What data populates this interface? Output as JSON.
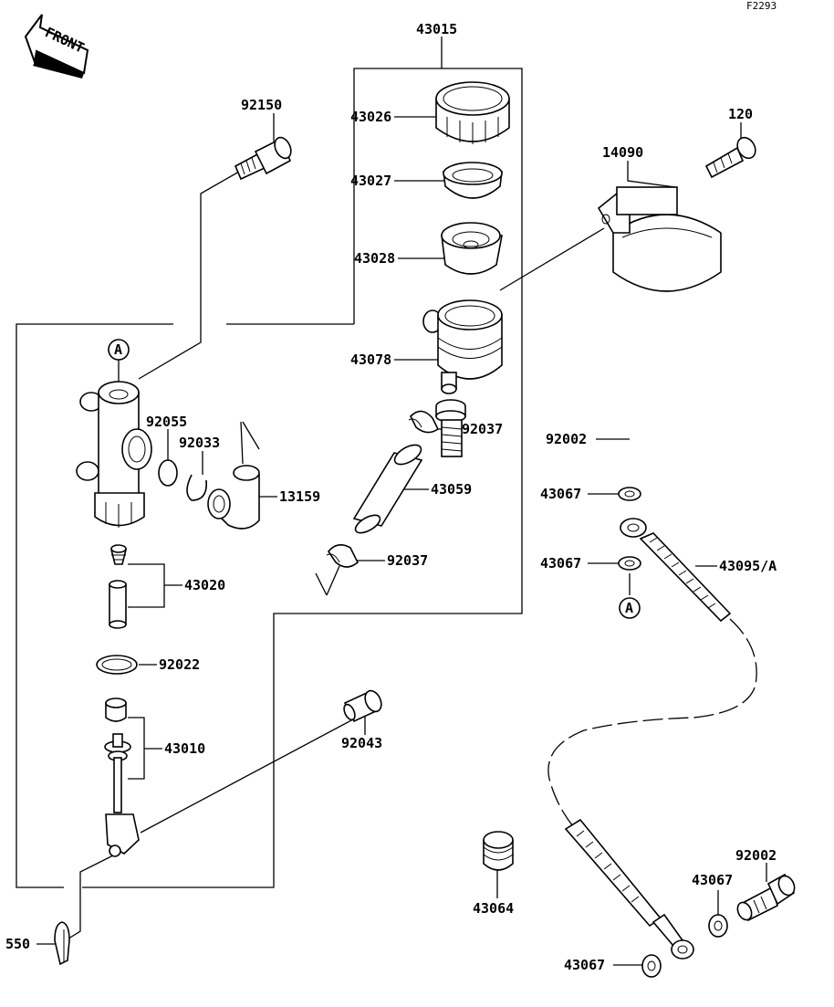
{
  "figure_code": "F2293",
  "front_label": "FRONT",
  "ref_marker": "A",
  "labels": {
    "p43015": "43015",
    "p92150": "92150",
    "p43026": "43026",
    "p43027": "43027",
    "p43028": "43028",
    "p43078": "43078",
    "p120": "120",
    "p14090": "14090",
    "p92055": "92055",
    "p92033": "92033",
    "p13159": "13159",
    "p92037a": "92037",
    "p43059": "43059",
    "p92037b": "92037",
    "p43020": "43020",
    "p92022": "92022",
    "p43010": "43010",
    "p92043": "92043",
    "p550": "550",
    "p92002a": "92002",
    "p43067a": "43067",
    "p43067b": "43067",
    "p43095": "43095/A",
    "p43064": "43064",
    "p43067c": "43067",
    "p92002b": "92002",
    "p43067d": "43067"
  }
}
